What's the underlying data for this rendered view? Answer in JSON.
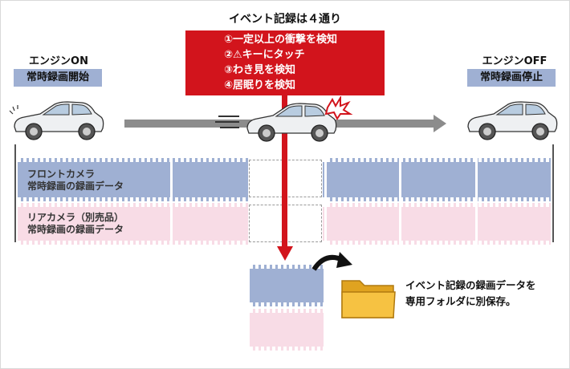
{
  "title": "イベント記録は４通り",
  "conditions": [
    "①一定以上の衝撃を検知",
    "②⚠キーにタッチ",
    "③わき見を検知",
    "④居眠りを検知"
  ],
  "engine_on": {
    "label": "エンジンON",
    "status": "常時録画開始"
  },
  "engine_off": {
    "label": "エンジンOFF",
    "status": "常時録画停止"
  },
  "front_track": {
    "line1": "フロントカメラ",
    "line2": "常時録画の録画データ"
  },
  "rear_track": {
    "line1": "リアカメラ（別売品）",
    "line2": "常時録画の録画データ"
  },
  "note": {
    "line1": "イベント記録の録画データを",
    "line2": "専用フォルダに別保存。"
  },
  "colors": {
    "red": "#d2141c",
    "front": "#9fb0d3",
    "rear": "#f8dce6",
    "arrow": "#8c8c8c"
  },
  "icons": [
    "car-icon",
    "impact-icon",
    "folder-icon",
    "curved-arrow-icon",
    "warning-icon"
  ]
}
